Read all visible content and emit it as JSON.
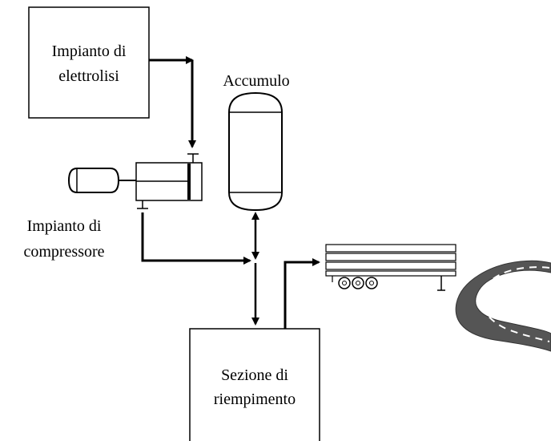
{
  "labels": {
    "electrolysis_line1": "Impianto di",
    "electrolysis_line2": "elettrolisi",
    "storage": "Accumulo",
    "compressor_line1": "Impianto di",
    "compressor_line2": "compressore",
    "filling_line1": "Sezione di",
    "filling_line2": "riempimento"
  },
  "colors": {
    "line": "#000000",
    "road": "#555555",
    "road_marking": "#ffffff"
  },
  "icons": [
    "compressor-motor-icon",
    "compressor-cylinder-icon",
    "storage-tank-icon",
    "tube-trailer-icon",
    "road-icon"
  ]
}
